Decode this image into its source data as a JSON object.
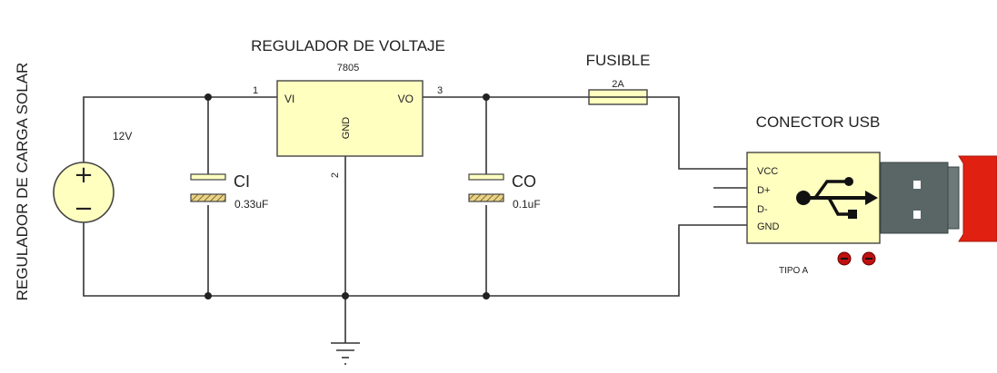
{
  "side_title": "REGULADOR DE CARGA SOLAR",
  "regulator": {
    "title": "REGULADOR DE VOLTAJE",
    "part": "7805",
    "pin_in": "VI",
    "pin_out": "VO",
    "pin_gnd": "GND",
    "pin1": "1",
    "pin2": "2",
    "pin3": "3"
  },
  "source": {
    "voltage": "12V",
    "plus": "+",
    "minus": "−"
  },
  "cap_in": {
    "name": "CI",
    "value": "0.33uF"
  },
  "cap_out": {
    "name": "CO",
    "value": "0.1uF"
  },
  "fuse": {
    "title": "FUSIBLE",
    "rating": "2A"
  },
  "usb": {
    "title": "CONECTOR USB",
    "pins": [
      "VCC",
      "D+",
      "D-",
      "GND"
    ],
    "type_label": "TIPO A"
  },
  "colors": {
    "component_fill": "#ffffc0",
    "wire": "#333333",
    "usb_plug_body": "#e02010",
    "usb_plug_metal": "#5a6666",
    "cap_hatch": "#8b6a2a"
  }
}
